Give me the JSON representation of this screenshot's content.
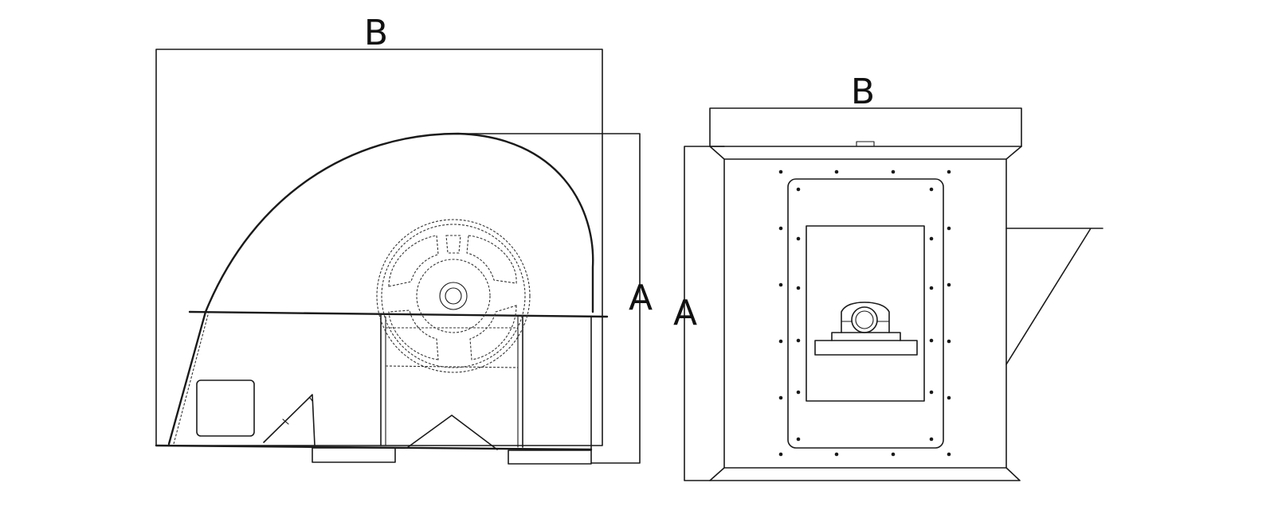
{
  "side_view": {
    "width_label": "B",
    "height_label": "A"
  },
  "front_view": {
    "width_label": "B",
    "height_label": "A"
  }
}
